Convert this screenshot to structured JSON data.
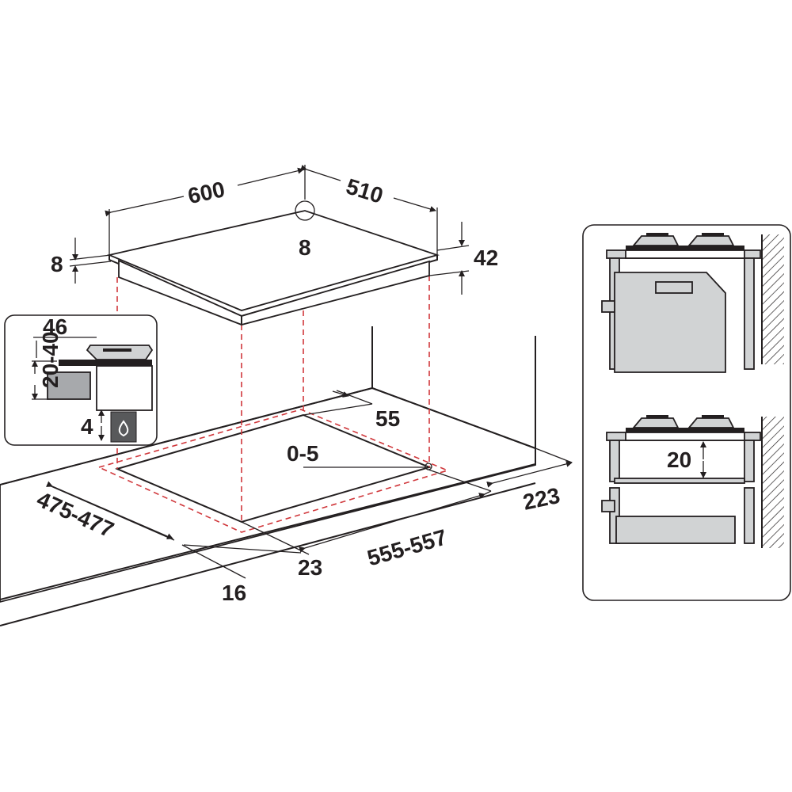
{
  "hob_dimensions": {
    "width": "600",
    "depth": "510",
    "top_thickness": "8",
    "corner_radius": "8",
    "total_height": "42"
  },
  "cutout": {
    "depth": "475-477",
    "width": "555-557",
    "edge_to_front": "55",
    "gap": "0-5",
    "side_clearance": "223",
    "front_offset_a": "23",
    "front_offset_b": "16"
  },
  "detail_left": {
    "top": "46",
    "height_range": "20-40",
    "gap": "4"
  },
  "detail_right": {
    "clearance": "20"
  }
}
